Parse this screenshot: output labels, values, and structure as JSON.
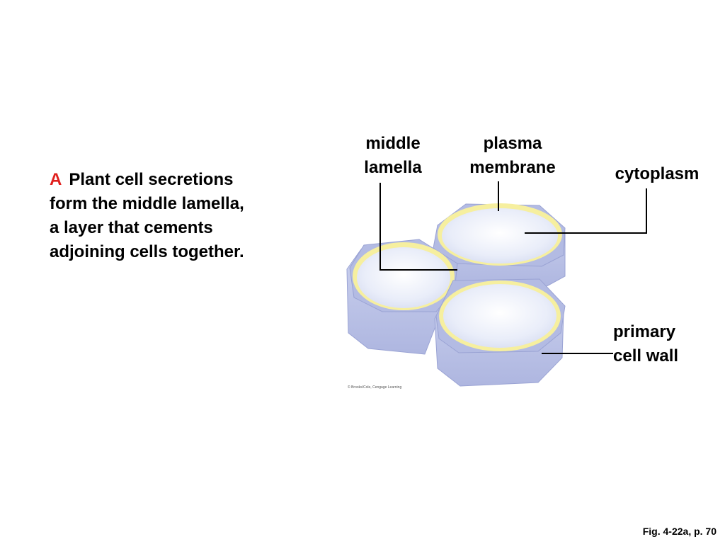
{
  "caption": {
    "letter": "A",
    "text_lines": [
      "Plant cell secretions",
      "form the middle lamella,",
      "a layer that cements",
      "adjoining cells together."
    ]
  },
  "labels": {
    "middle_lamella": [
      "middle",
      "lamella"
    ],
    "plasma_membrane": [
      "plasma",
      "membrane"
    ],
    "cytoplasm": "cytoplasm",
    "primary_cell_wall": [
      "primary",
      "cell wall"
    ]
  },
  "credit": "© Brooks/Cole, Cengage Learning",
  "figure_ref": "Fig. 4-22a, p. 70",
  "colors": {
    "cell_side": "#b9c0e3",
    "cell_side_light": "#d9def3",
    "wall": "#a9b1de",
    "membrane": "#f5ee9c",
    "cytoplasm": "#eef1fb",
    "caption_letter": "#e0201e"
  }
}
